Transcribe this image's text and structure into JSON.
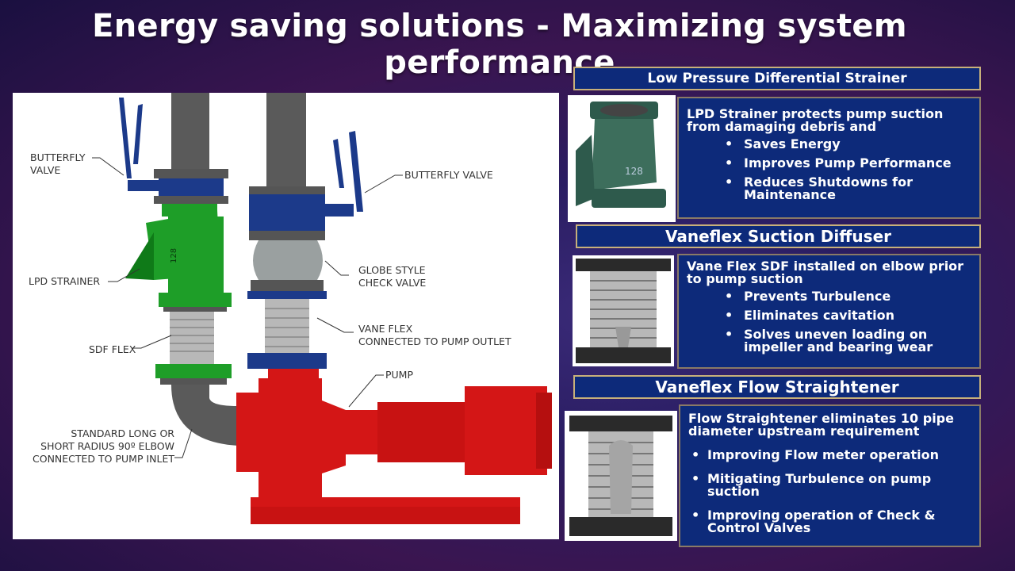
{
  "slide": {
    "title": "Energy saving solutions - Maximizing system performance"
  },
  "diagram": {
    "labels": {
      "butterfly_valve_left": "BUTTERFLY\nVALVE",
      "butterfly_valve_right": "BUTTERFLY VALVE",
      "lpd_strainer": "LPD STRAINER",
      "globe_valve": "GLOBE STYLE\nCHECK VALVE",
      "vane_flex": "VANE FLEX\nCONNECTED TO PUMP OUTLET",
      "sdf_flex": "SDF FLEX",
      "pump": "PUMP",
      "elbow": "STANDARD LONG OR\nSHORT RADIUS 90º ELBOW\nCONNECTED TO PUMP INLET"
    },
    "strainer_marking": "128",
    "colors": {
      "pipe": "#5a5a5a",
      "strainer": "#1e9e28",
      "valve": "#1c3a8a",
      "pump": "#d41616",
      "flex": "#b8b8b8"
    }
  },
  "sections": [
    {
      "header": "Low Pressure Differential Strainer",
      "lead": "LPD Strainer protects pump suction from damaging debris and",
      "bullets": [
        "Saves Energy",
        "Improves Pump Performance",
        "Reduces Shutdowns for Maintenance"
      ]
    },
    {
      "header": "Vaneflex Suction Diffuser",
      "lead": "Vane Flex SDF installed on elbow prior to pump suction",
      "bullets": [
        "Prevents Turbulence",
        "Eliminates cavitation",
        "Solves uneven loading on impeller and bearing wear"
      ]
    },
    {
      "header": "Vaneflex Flow Straightener",
      "lead": "Flow Straightener eliminates 10 pipe diameter upstream requirement",
      "bullets": [
        "Improving Flow meter operation",
        "Mitigating Turbulence on pump suction",
        "Improving operation of Check & Control Valves"
      ]
    }
  ]
}
